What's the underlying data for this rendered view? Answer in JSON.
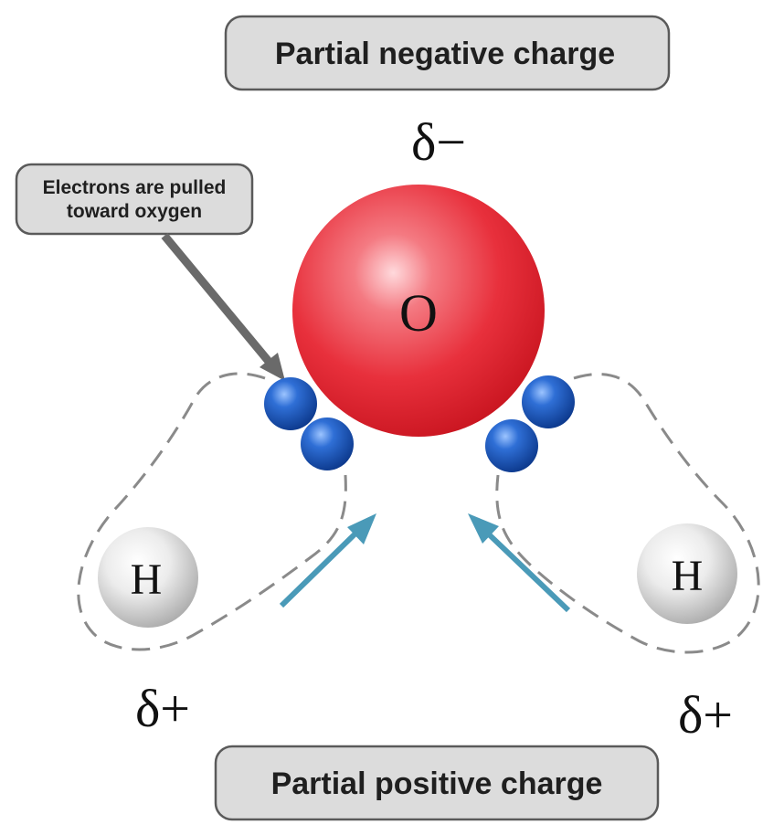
{
  "labels": {
    "top_box": "Partial negative charge",
    "bottom_box": "Partial positive charge",
    "callout_line1": "Electrons are pulled",
    "callout_line2": "toward oxygen",
    "delta_minus": "δ−",
    "delta_plus_left": "δ+",
    "delta_plus_right": "δ+"
  },
  "atoms": {
    "oxygen": "O",
    "hydrogen_left": "H",
    "hydrogen_right": "H"
  },
  "colors": {
    "oxygen": "#e8303c",
    "electron": "#1e57b8",
    "hydrogen": "#d0d0d0",
    "arrow_blue": "#4a9ab8",
    "pointer_gray": "#6a6a6a",
    "box_fill": "#dcdcdc",
    "box_stroke": "#5a5a5a"
  }
}
